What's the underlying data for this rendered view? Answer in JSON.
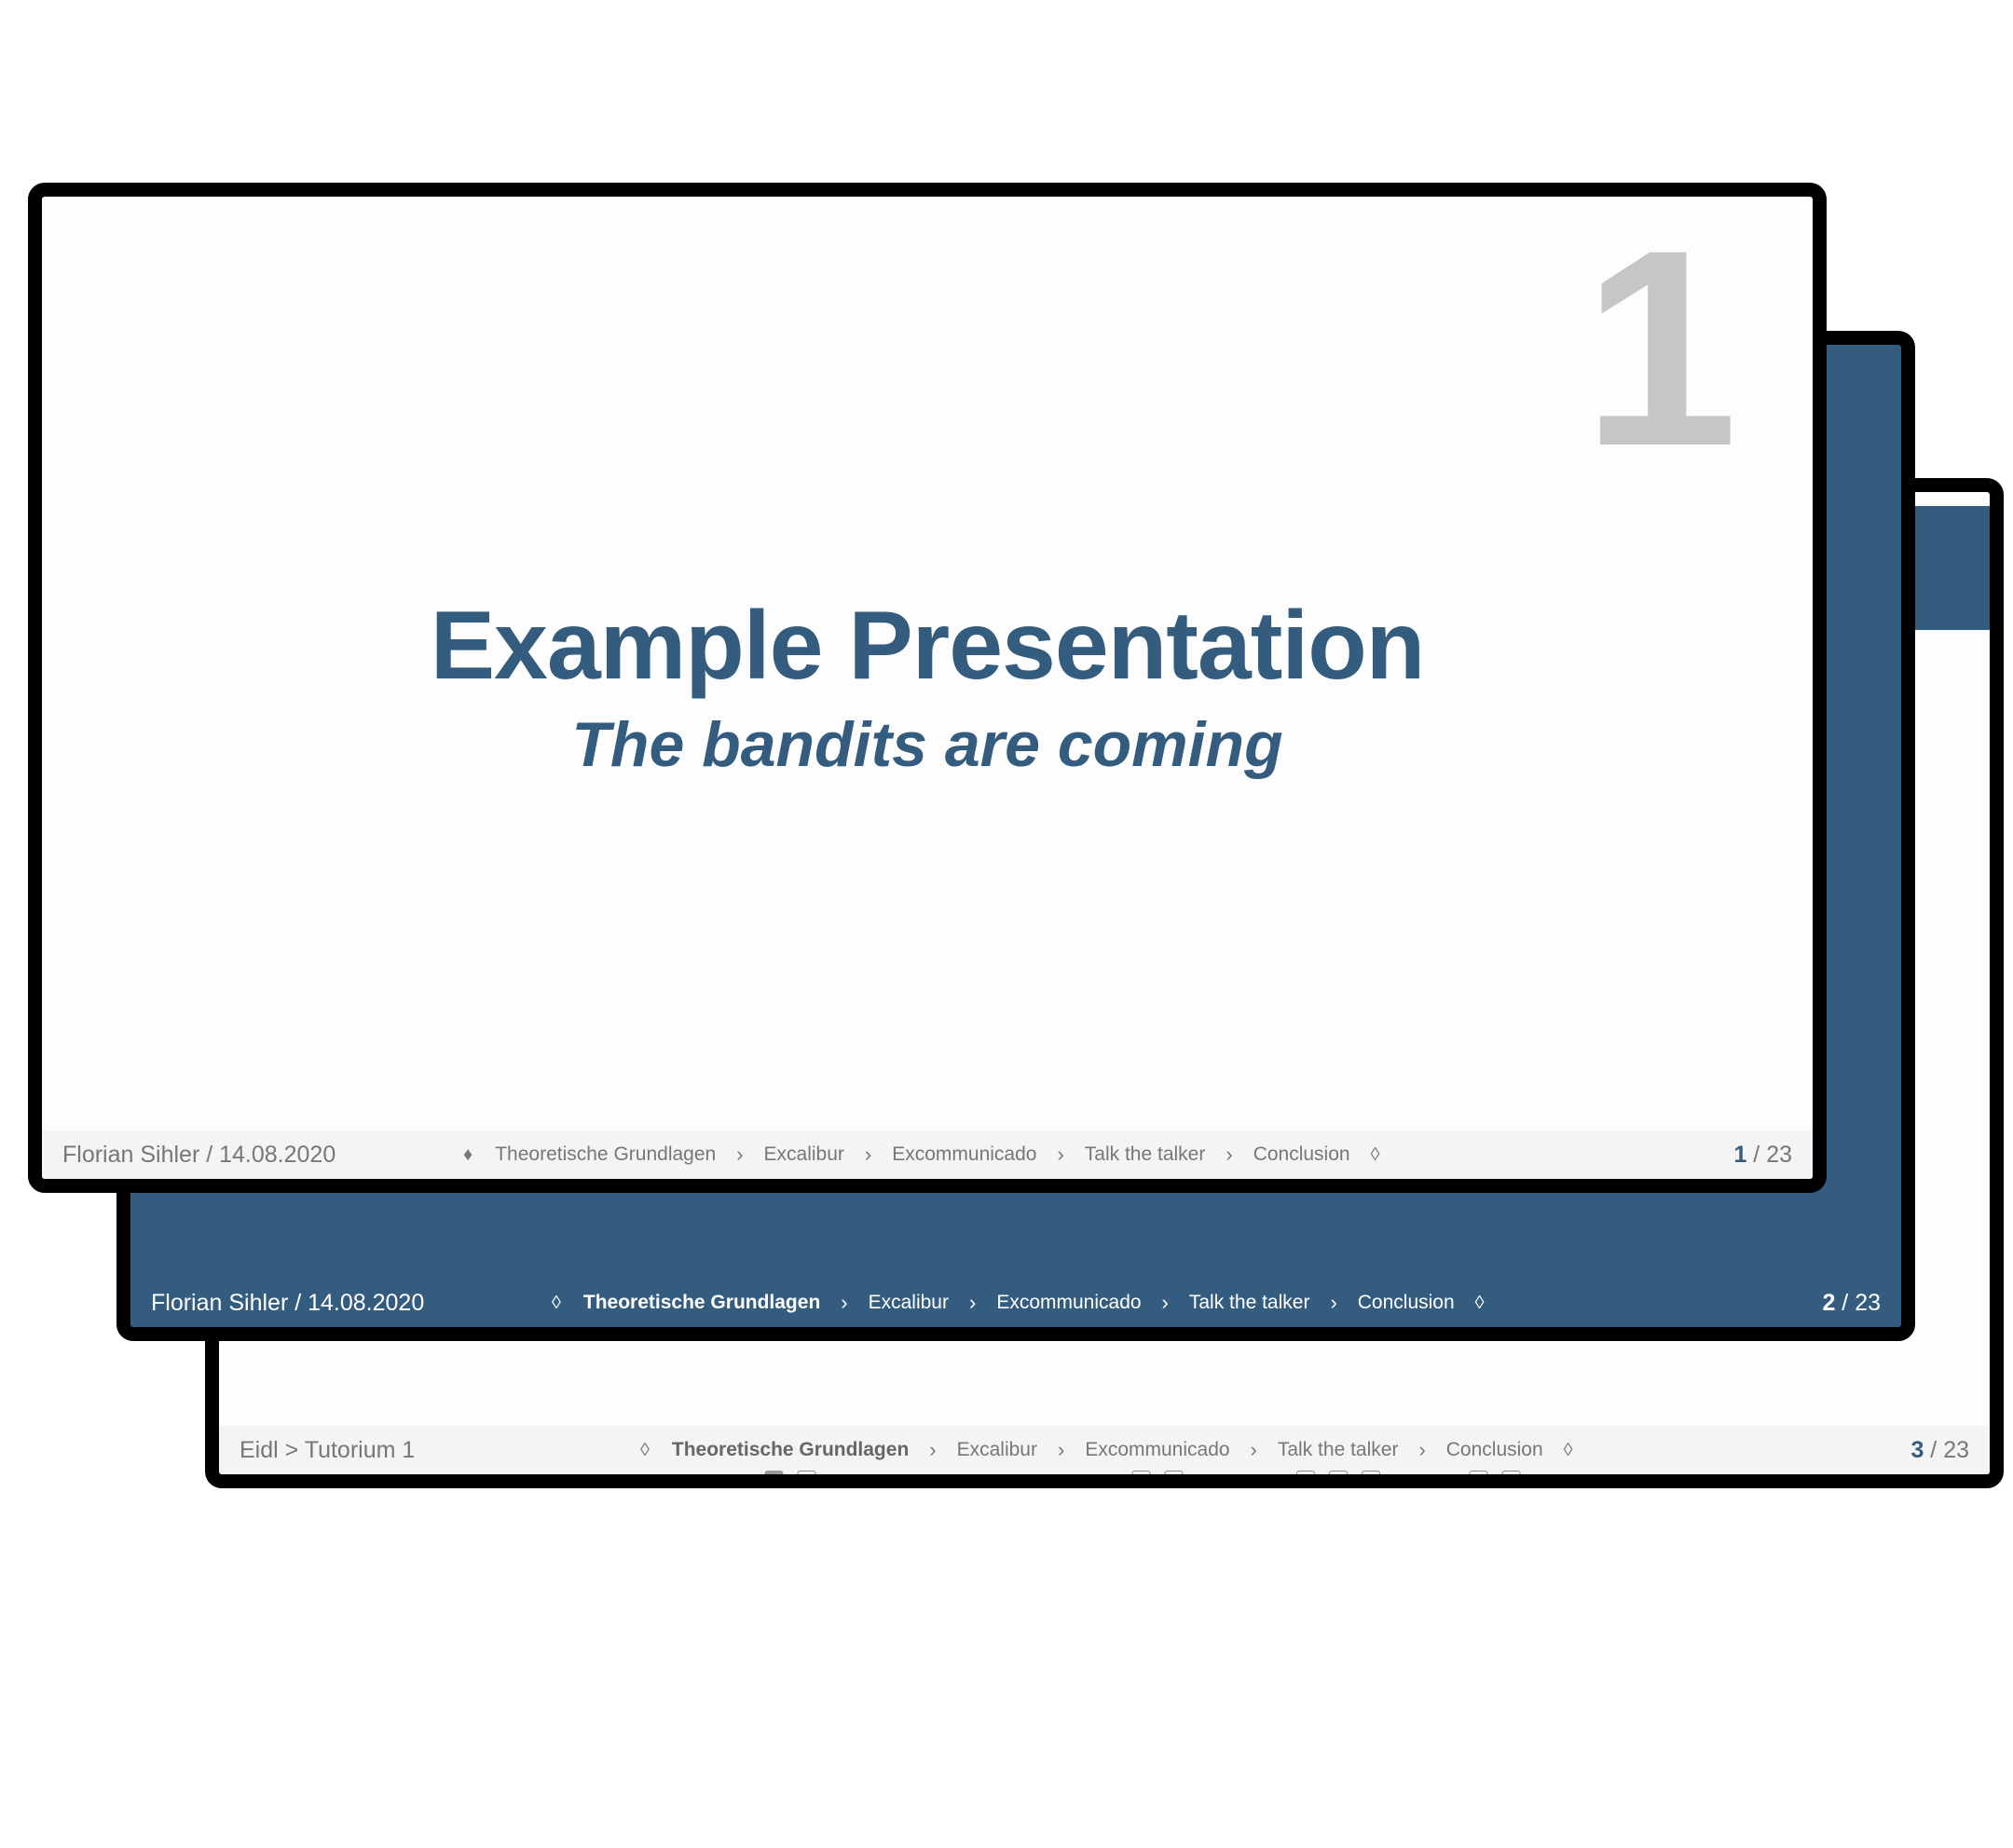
{
  "colors": {
    "accent": "#345c7e",
    "big_number": "#c6c6c6"
  },
  "breadcrumbs": [
    "Theoretische Grundlagen",
    "Excalibur",
    "Excommunicado",
    "Talk the talker",
    "Conclusion"
  ],
  "slide1": {
    "big_number": "1",
    "title": "Example Presentation",
    "subtitle": "The bandits are coming",
    "footer_left": "Florian Sihler / 14.08.2020",
    "page_current": "1",
    "page_total": "/ 23"
  },
  "slide2": {
    "footer_left": "Florian Sihler / 14.08.2020",
    "page_current": "2",
    "page_total": "/ 23"
  },
  "slide3": {
    "footer_left": "Eidl > Tutorium 1",
    "page_current": "3",
    "page_total": "/ 23"
  }
}
